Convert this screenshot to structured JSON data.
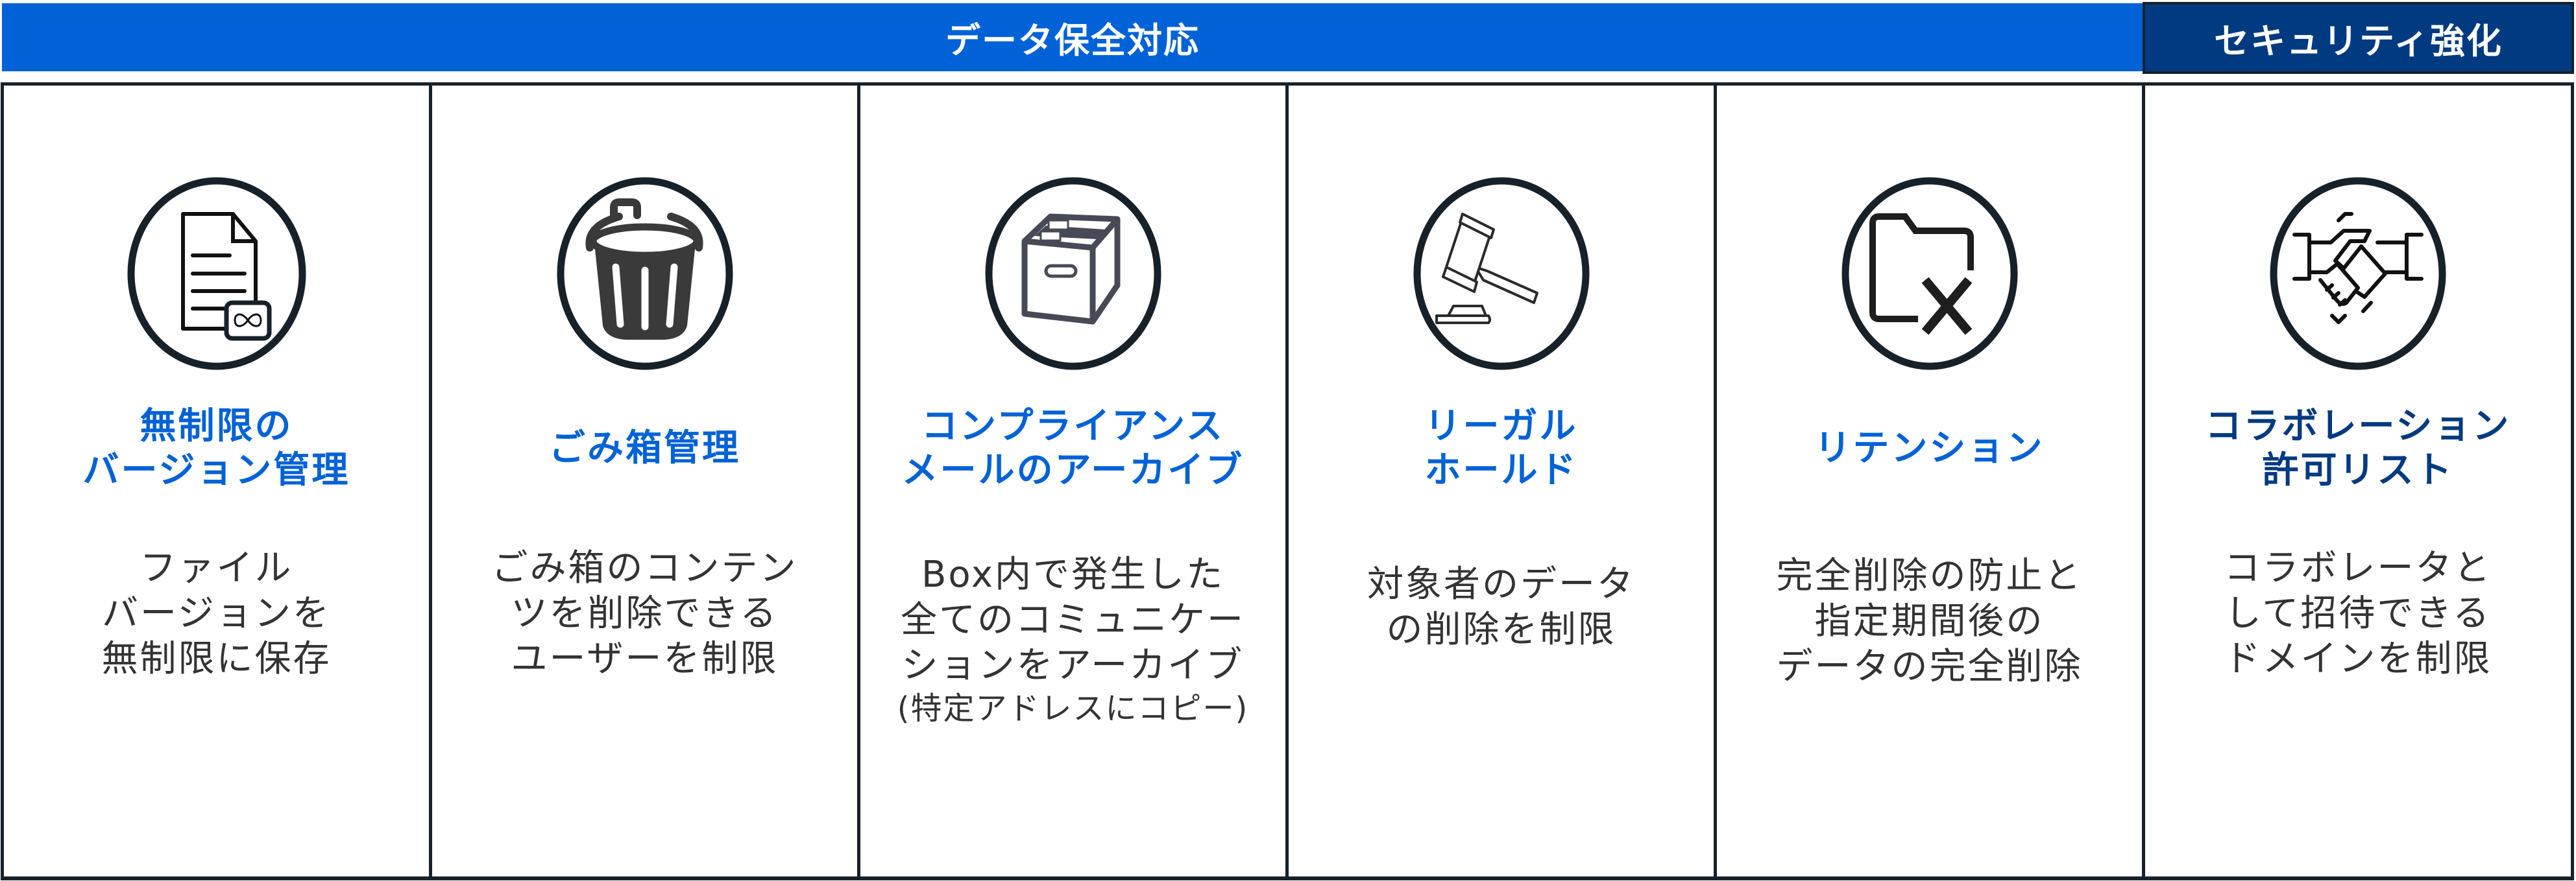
{
  "headers": {
    "data_retention": "データ保全対応",
    "security": "セキュリティ強化"
  },
  "colors": {
    "data_header_bg": "#0062D6",
    "security_header_bg": "#003A80",
    "border": "#17212A",
    "title_blue": "#0062D6",
    "title_navy": "#003A80",
    "desc_text": "#333333"
  },
  "features": [
    {
      "icon": "document-infinity-icon",
      "group": "data_retention",
      "title": [
        "無制限の",
        "バージョン管理"
      ],
      "description": [
        "ファイル",
        "バージョンを",
        "無制限に保存"
      ]
    },
    {
      "icon": "trash-can-icon",
      "group": "data_retention",
      "title": [
        "ごみ箱管理"
      ],
      "description": [
        "ごみ箱のコンテン",
        "ツを削除できる",
        "ユーザーを制限"
      ]
    },
    {
      "icon": "archive-box-icon",
      "group": "data_retention",
      "title": [
        "コンプライアンス",
        "メールのアーカイブ"
      ],
      "description": [
        "Box内で発生した",
        "全てのコミュニケー",
        "ションをアーカイブ"
      ],
      "note": "(特定アドレスにコピー)"
    },
    {
      "icon": "gavel-icon",
      "group": "data_retention",
      "title": [
        "リーガル",
        "ホールド"
      ],
      "description": [
        "対象者のデータ",
        "の削除を制限"
      ]
    },
    {
      "icon": "folder-delete-icon",
      "group": "data_retention",
      "title": [
        "リテンション"
      ],
      "description": [
        "完全削除の防止と",
        "指定期間後の",
        "データの完全削除"
      ]
    },
    {
      "icon": "handshake-icon",
      "group": "security",
      "title": [
        "コラボレーション",
        "許可リスト"
      ],
      "description": [
        "コラボレータと",
        "して招待できる",
        "ドメインを制限"
      ]
    }
  ]
}
